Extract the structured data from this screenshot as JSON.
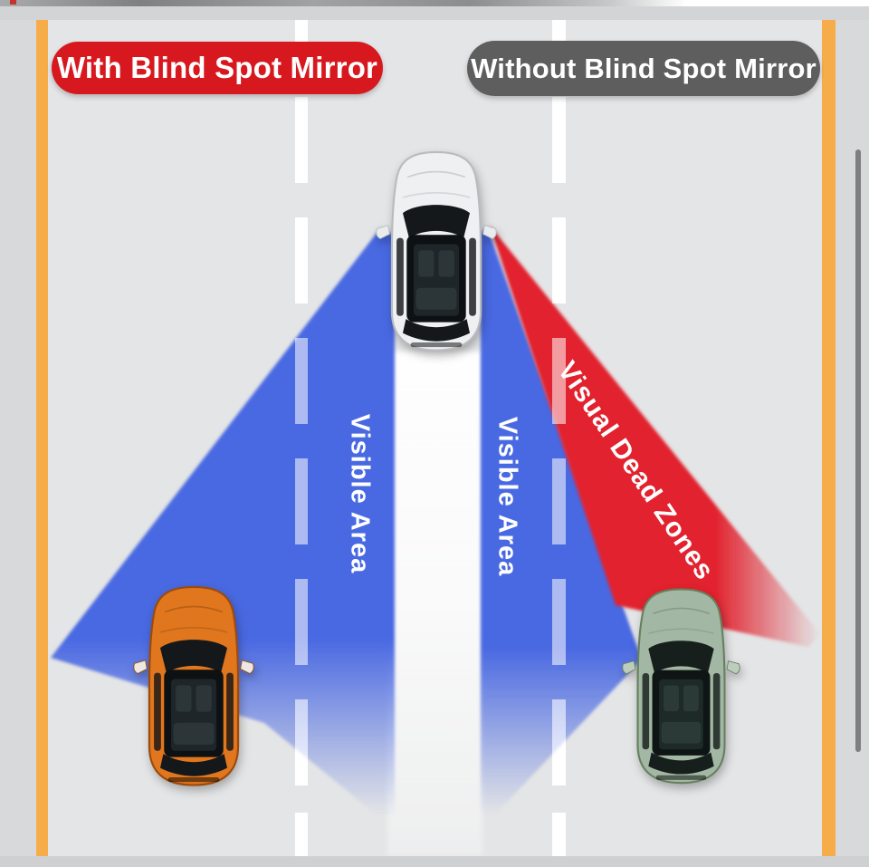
{
  "diagram": {
    "left_badge": "With Blind Spot Mirror",
    "right_badge": "Without Blind Spot Mirror",
    "left_zone_label": "Visible Area",
    "right_zone_label": "Visible Area",
    "dead_zone_label": "Visual Dead Zones"
  },
  "colors": {
    "badge_red": "#d7191f",
    "badge_gray": "#5e5e5e",
    "visible_blue": "#4a69e2",
    "dead_red": "#e2232f",
    "road": "#e4e5e6",
    "margin": "#d8d9da",
    "edge_orange": "#f6ad49",
    "lane_white": "#ffffff",
    "scrollbar": "#7d7f81",
    "label_white": "#ffffff"
  }
}
